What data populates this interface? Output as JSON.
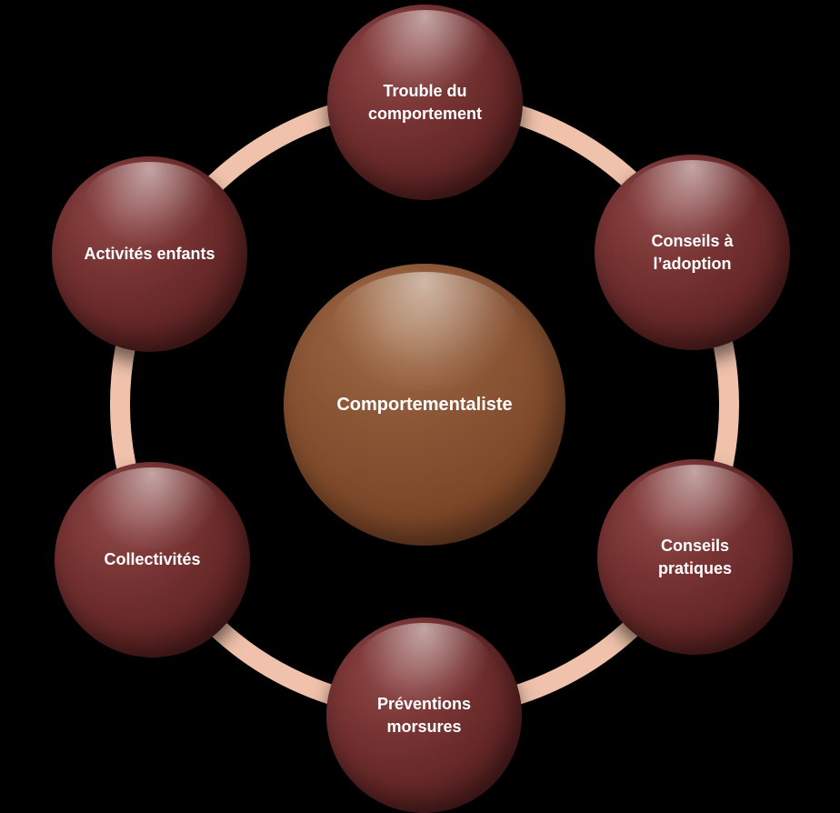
{
  "diagram": {
    "title": "Comportementaliste services diagram",
    "center": {
      "label": "Comportementaliste"
    },
    "nodes": [
      {
        "id": "top",
        "label": "Trouble du comportement"
      },
      {
        "id": "top-right",
        "label": "Conseils à l’adoption"
      },
      {
        "id": "bottom-right",
        "label": "Conseils pratiques"
      },
      {
        "id": "bottom",
        "label": "Préventions morsures"
      },
      {
        "id": "bottom-left",
        "label": "Collectivités"
      },
      {
        "id": "top-left",
        "label": "Activités enfants"
      }
    ],
    "colors": {
      "node": "#6e2e2e",
      "center": "#7c4a2e",
      "ring": "#f0c2ab",
      "text": "#ffffff",
      "background": "#000000"
    }
  }
}
